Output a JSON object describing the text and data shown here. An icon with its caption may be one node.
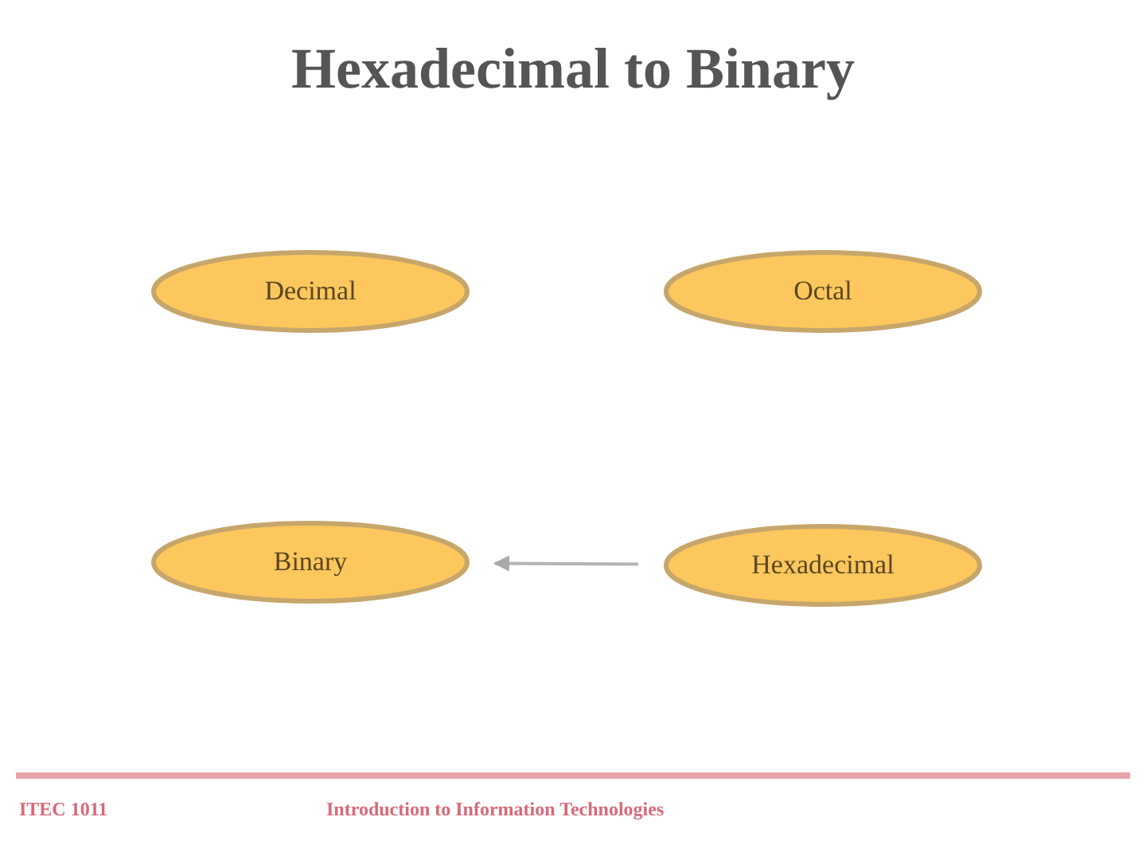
{
  "diagram": {
    "title": "Hexadecimal to Binary",
    "nodes": [
      {
        "text": [
          "Decimal"
        ]
      },
      {
        "text": [
          "Octal"
        ]
      },
      {
        "text": [
          "Binary"
        ]
      },
      {
        "text": [
          "Hexadecimal"
        ]
      }
    ],
    "edges": [
      {
        "from": 3,
        "to": 2,
        "arrow": "to"
      }
    ],
    "labels": [
      "ITEC 1011",
      "Introduction to Information Technologies"
    ]
  }
}
